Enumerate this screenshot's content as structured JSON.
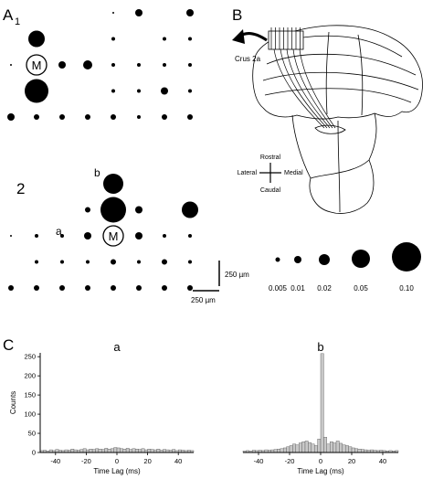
{
  "panels": {
    "A1": {
      "label": "A",
      "sub": "1"
    },
    "A2": {
      "label": "2",
      "marker_a": "a",
      "marker_b": "b"
    },
    "B": {
      "label": "B"
    },
    "C": {
      "label": "C"
    }
  },
  "master_label": "M",
  "scale_bar": {
    "vertical": "250 µm",
    "horizontal": "250 µm"
  },
  "brain": {
    "region_label": "Crus 2a",
    "compass": {
      "rostral": "Rostral",
      "caudal": "Caudal",
      "lateral": "Lateral",
      "medial": "Medial"
    }
  },
  "legend": {
    "values": [
      "0.005",
      "0.01",
      "0.02",
      "0.05",
      "0.10"
    ]
  },
  "chart_data": [
    {
      "type": "bar",
      "title": "a",
      "xlabel": "Time Lag (ms)",
      "ylabel": "Counts",
      "xlim": [
        -50,
        50
      ],
      "ylim": [
        0,
        260
      ],
      "xticks": [
        "-40",
        "-20",
        "0",
        "20",
        "40"
      ],
      "yticks": [
        "0",
        "50",
        "100",
        "150",
        "200",
        "250"
      ],
      "x": [
        -49,
        -47,
        -45,
        -43,
        -41,
        -39,
        -37,
        -35,
        -33,
        -31,
        -29,
        -27,
        -25,
        -23,
        -21,
        -19,
        -17,
        -15,
        -13,
        -11,
        -9,
        -7,
        -5,
        -3,
        -1,
        1,
        3,
        5,
        7,
        9,
        11,
        13,
        15,
        17,
        19,
        21,
        23,
        25,
        27,
        29,
        31,
        33,
        35,
        37,
        39,
        41,
        43,
        45,
        47,
        49
      ],
      "values": [
        5,
        6,
        4,
        7,
        5,
        8,
        6,
        5,
        7,
        6,
        9,
        7,
        6,
        8,
        10,
        7,
        9,
        8,
        10,
        9,
        8,
        11,
        9,
        10,
        13,
        12,
        10,
        9,
        11,
        8,
        10,
        9,
        8,
        10,
        7,
        9,
        8,
        7,
        9,
        6,
        8,
        7,
        6,
        8,
        5,
        7,
        6,
        5,
        6,
        5
      ]
    },
    {
      "type": "bar",
      "title": "b",
      "xlabel": "Time Lag (ms)",
      "ylabel": "",
      "xlim": [
        -50,
        50
      ],
      "ylim": [
        0,
        260
      ],
      "xticks": [
        "-40",
        "-20",
        "0",
        "20",
        "40"
      ],
      "yticks": [],
      "x": [
        -49,
        -47,
        -45,
        -43,
        -41,
        -39,
        -37,
        -35,
        -33,
        -31,
        -29,
        -27,
        -25,
        -23,
        -21,
        -19,
        -17,
        -15,
        -13,
        -11,
        -9,
        -7,
        -5,
        -3,
        -1,
        1,
        3,
        5,
        7,
        9,
        11,
        13,
        15,
        17,
        19,
        21,
        23,
        25,
        27,
        29,
        31,
        33,
        35,
        37,
        39,
        41,
        43,
        45,
        47,
        49
      ],
      "values": [
        4,
        5,
        4,
        6,
        5,
        6,
        5,
        7,
        6,
        7,
        8,
        9,
        10,
        12,
        15,
        18,
        22,
        20,
        25,
        28,
        30,
        26,
        22,
        18,
        35,
        258,
        40,
        22,
        28,
        25,
        30,
        24,
        20,
        18,
        15,
        12,
        10,
        9,
        8,
        7,
        6,
        7,
        6,
        5,
        6,
        5,
        4,
        5,
        4,
        5
      ]
    }
  ]
}
